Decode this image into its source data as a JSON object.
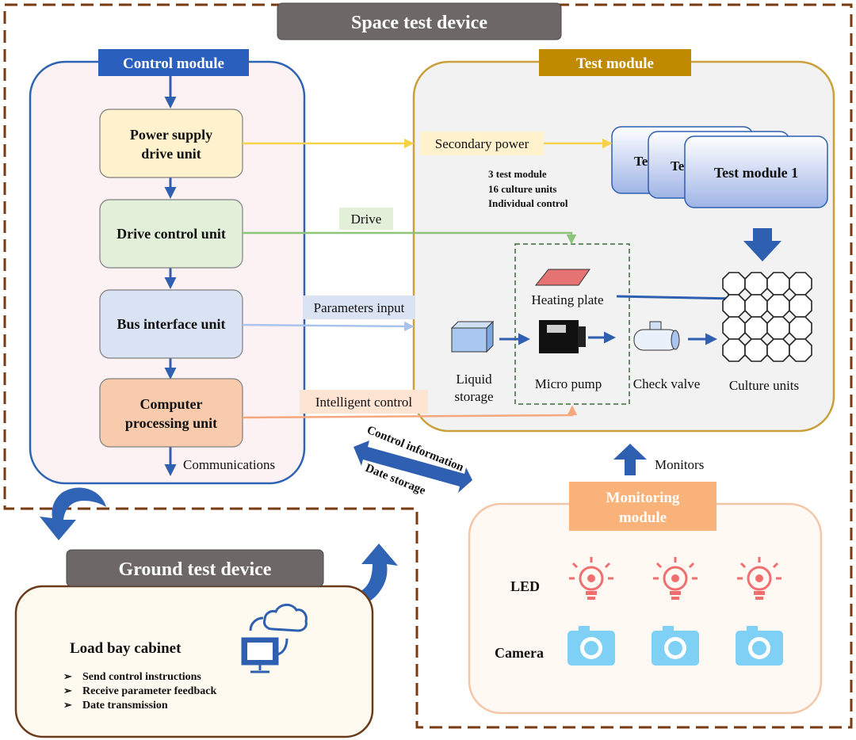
{
  "space": {
    "title": "Space test device"
  },
  "control": {
    "title": "Control module",
    "units": [
      {
        "line1": "Power supply",
        "line2": "drive unit"
      },
      {
        "line1": "Drive control unit"
      },
      {
        "line1": "Bus interface unit"
      },
      {
        "line1": "Computer",
        "line2": "processing unit"
      }
    ],
    "communications": "Communications"
  },
  "connections": {
    "secondary_power": "Secondary power",
    "drive": "Drive",
    "parameters_input": "Parameters input",
    "intelligent_control": "Intelligent control",
    "control_information": "Control information",
    "date_storage": "Date storage",
    "monitors": "Monitors"
  },
  "test": {
    "title": "Test module",
    "info": [
      "3 test module",
      "16 culture units",
      "Individual control"
    ],
    "cards": [
      "Te",
      "Te",
      "Test module 1"
    ],
    "heating_plate": "Heating plate",
    "liquid_storage": [
      "Liquid",
      "storage"
    ],
    "micro_pump": "Micro pump",
    "check_valve": "Check valve",
    "culture_units": "Culture units"
  },
  "monitoring": {
    "title": [
      "Monitoring",
      "module"
    ],
    "led": "LED",
    "camera": "Camera",
    "led_icons": [
      "lightbulb-icon",
      "lightbulb-icon",
      "lightbulb-icon"
    ],
    "camera_icons": [
      "camera-icon",
      "camera-icon",
      "camera-icon"
    ]
  },
  "ground": {
    "title": "Ground test device",
    "cabinet": "Load bay cabinet",
    "items": [
      "Send control instructions",
      "Receive parameter feedback",
      "Date transmission"
    ]
  },
  "colors": {
    "control_blue": "#2f64b4",
    "test_gold": "#b8860b",
    "monitor_orange": "#f4a662",
    "ground_brown": "#6b3a1a",
    "dashed_brown": "#7a3a10",
    "arrow_blue": "#2f5fb0"
  }
}
